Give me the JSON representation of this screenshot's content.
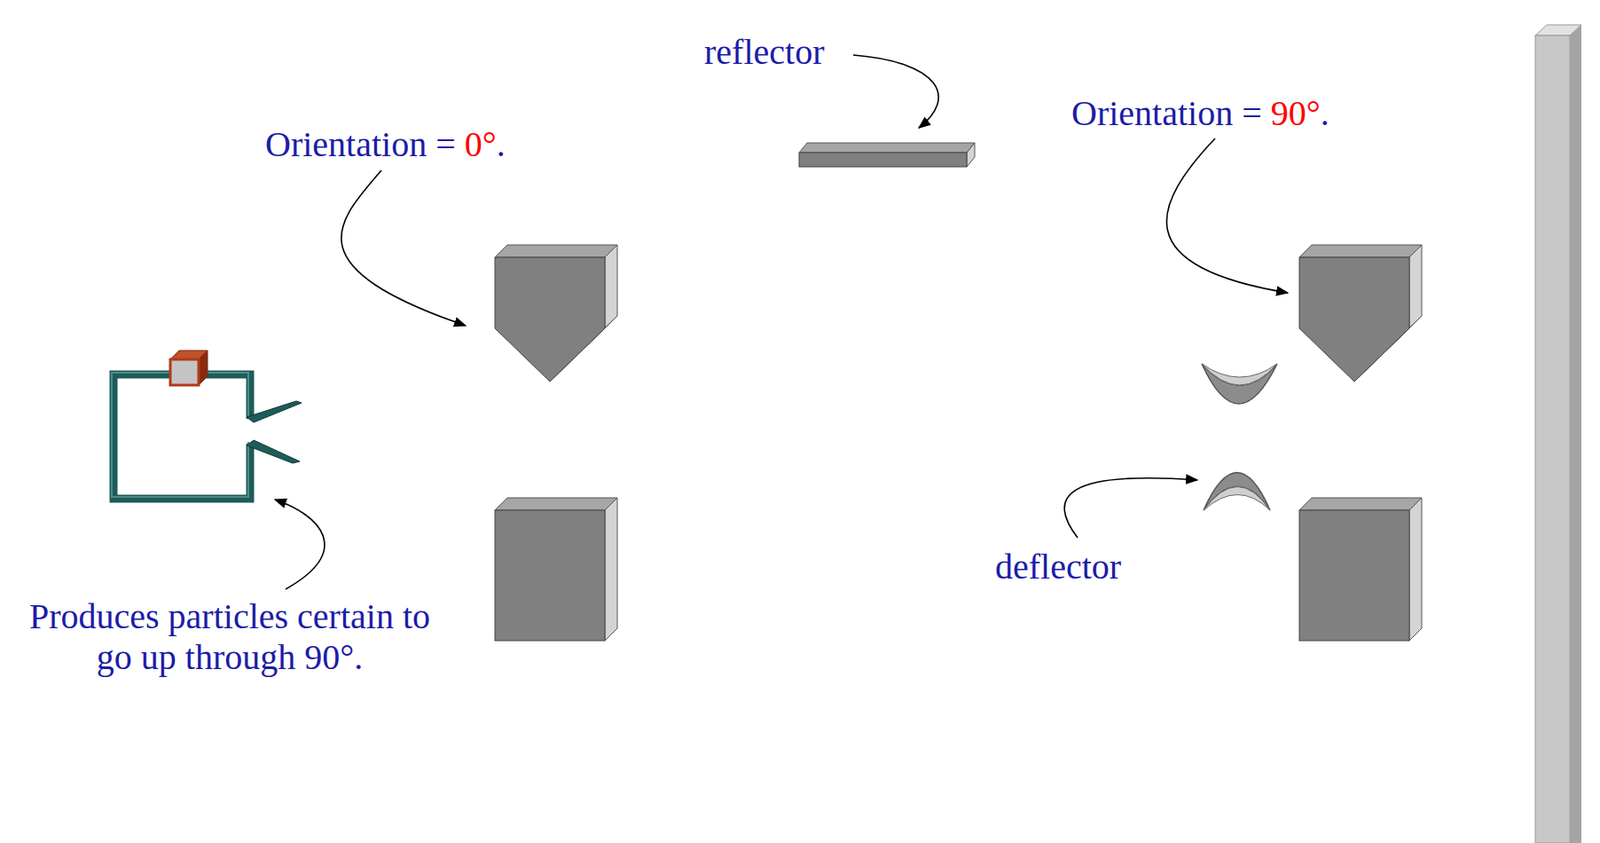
{
  "diagram": {
    "labels": [
      "reflector",
      "Orientation =",
      "0°",
      ".",
      "Orientation =",
      "90°",
      ".",
      "Produces particles certain to go up through 90°.",
      "deflector"
    ]
  }
}
